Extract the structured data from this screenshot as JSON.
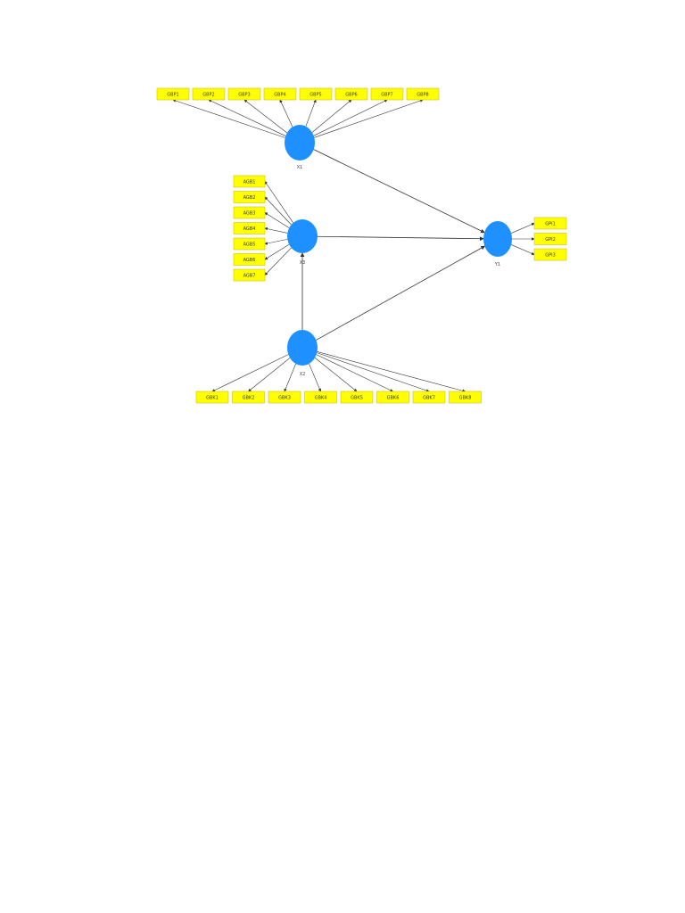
{
  "colors": {
    "indicator_fill": "#ffff00",
    "indicator_stroke": "#c8b400",
    "latent_fill": "#1e90ff",
    "arrow": "#333333"
  },
  "latents": {
    "x1": {
      "label": "X1"
    },
    "x3": {
      "label": "X3"
    },
    "x2": {
      "label": "X2"
    },
    "y1": {
      "label": "Y1"
    }
  },
  "indicators": {
    "x1": [
      "GBP1",
      "GBP2",
      "GBP3",
      "GBP4",
      "GBP5",
      "GBP6",
      "GBP7",
      "GBP8"
    ],
    "x3": [
      "AGB1",
      "AGB2",
      "AGB3",
      "AGB4",
      "AGB5",
      "AGB6",
      "AGB7"
    ],
    "x2": [
      "GBK1",
      "GBK2",
      "GBK3",
      "GBK4",
      "GBK5",
      "GBK6",
      "GBK7",
      "GBK8"
    ],
    "y1": [
      "GPI1",
      "GPI2",
      "GPI3"
    ]
  },
  "paths": [
    {
      "from": "x1",
      "to": "y1"
    },
    {
      "from": "x3",
      "to": "y1"
    },
    {
      "from": "x2",
      "to": "y1"
    },
    {
      "from": "x2",
      "to": "x3"
    }
  ]
}
